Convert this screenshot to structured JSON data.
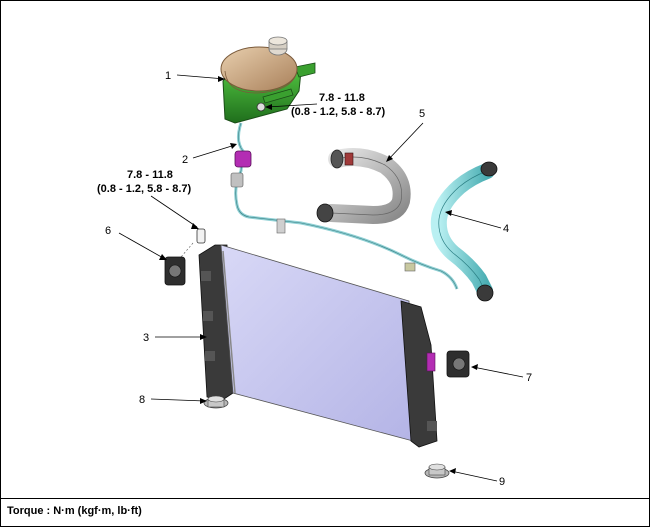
{
  "callouts": [
    "1",
    "2",
    "3",
    "4",
    "5",
    "6",
    "7",
    "8",
    "9"
  ],
  "torque_specs": [
    {
      "value": "7.8 - 11.8",
      "alt": "(0.8 - 1.2, 5.8 - 8.7)"
    },
    {
      "value": "7.8 - 11.8",
      "alt": "(0.8 - 1.2, 5.8 - 8.7)"
    }
  ],
  "footer": {
    "torque_unit": "Torque : N·m (kgf·m, lb·ft)"
  },
  "colors": {
    "reservoir_cap": "#c9a27a",
    "reservoir_body": "#2f8f2a",
    "radiator_core": "#c7c7ef",
    "radiator_frame": "#3a3a3a",
    "upper_hose": "#a9a9a9",
    "lower_hose": "#7fd3d6",
    "clamp_accent": "#a020a0"
  }
}
